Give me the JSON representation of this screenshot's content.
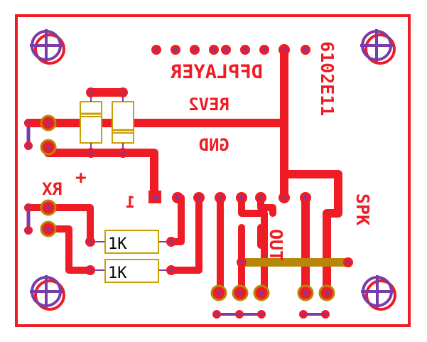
{
  "labels": {
    "board_name": "DFPLAYER",
    "revision": "REV2",
    "ground": "GND",
    "date_code": "6102E11",
    "speaker": "SPK",
    "output": "OUT",
    "receive": "RX",
    "plus": "+",
    "pin_one": "1"
  },
  "components": {
    "resistor_top": "1K",
    "resistor_bottom": "1K"
  },
  "colors": {
    "copper": "#ee1c24",
    "pad_ring": "#b8860b",
    "via": "#7a3ca8",
    "silk": "#c8a000",
    "background": "#ffffff"
  }
}
